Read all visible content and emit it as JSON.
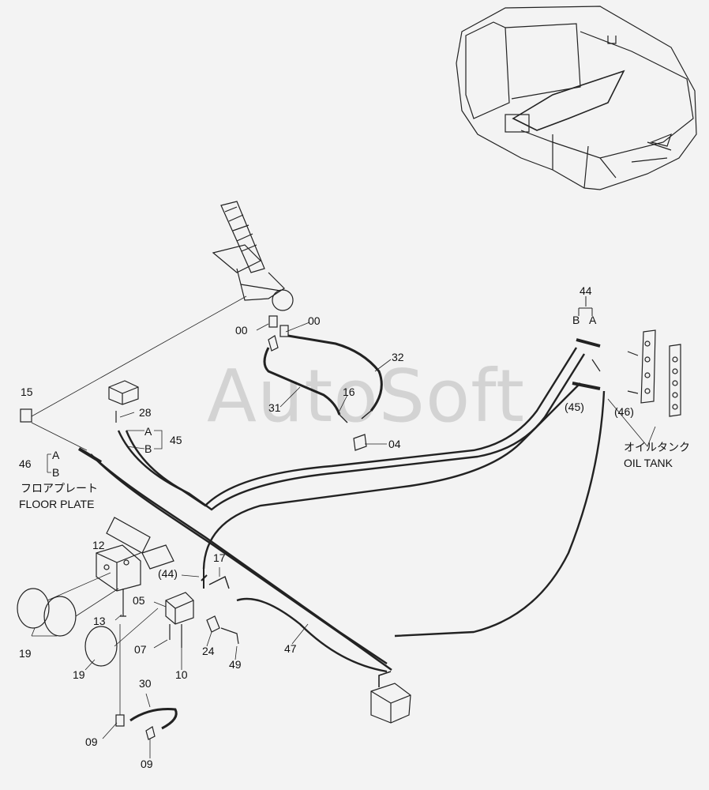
{
  "watermark": "AutoSoft",
  "colors": {
    "background": "#f3f3f3",
    "line": "#222222"
  },
  "labels": {
    "p00a": "00",
    "p00b": "00",
    "p32": "32",
    "p44": "44",
    "pB_44": "B",
    "pA_44": "A",
    "p16": "16",
    "p31": "31",
    "p15": "15",
    "p28": "28",
    "pA_45": "A",
    "pB_45": "B",
    "p45": "45",
    "p04": "04",
    "p45b": "(45)",
    "p46b": "(46)",
    "p46": "46",
    "pA_46": "A",
    "pB_46": "B",
    "p12": "12",
    "p44b": "(44)",
    "p17": "17",
    "p05": "05",
    "p13": "13",
    "p07": "07",
    "p24": "24",
    "p10": "10",
    "p49": "49",
    "p47": "47",
    "p19a": "19",
    "p19b": "19",
    "p30": "30",
    "p09a": "09",
    "p09b": "09"
  },
  "callouts": {
    "floor_plate_jp": "フロアプレート",
    "floor_plate_en": "FLOOR PLATE",
    "oil_tank_jp": "オイルタンク",
    "oil_tank_en": "OIL TANK"
  }
}
